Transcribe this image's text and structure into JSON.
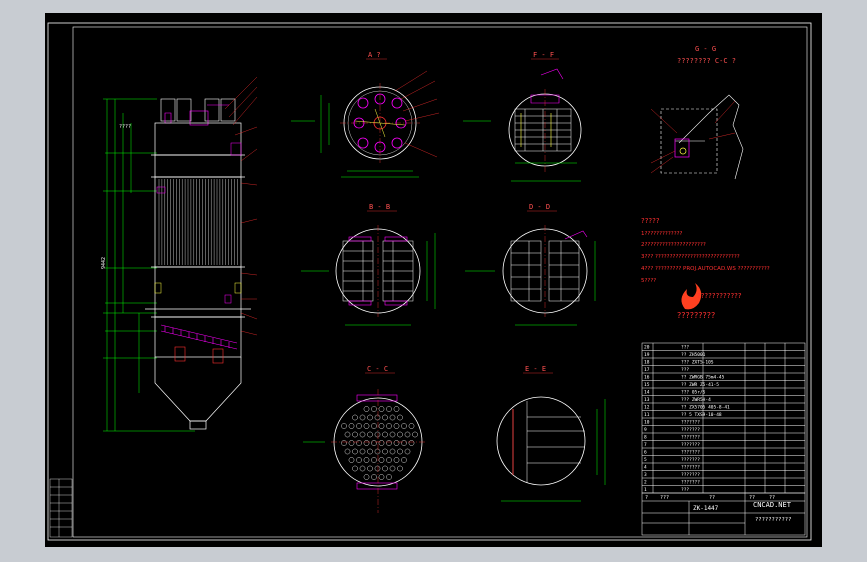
{
  "colors": {
    "outline": "#ffffff",
    "dim": "#00ff00",
    "center": "#ff3030",
    "label": "#ff5050",
    "tube": "#ffff40",
    "nozzle": "#ff00ff",
    "blue": "#3399ff",
    "cyan": "#00ffff"
  },
  "views": {
    "a": "A ?",
    "f": "F - F",
    "g": "G - G",
    "g_sub": "???????? C-C ?",
    "b": "B - B",
    "d": "D - D",
    "c": "C - C",
    "e": "E - E"
  },
  "dims": {
    "left_marks": "????",
    "main_height": "9442"
  },
  "notes": {
    "title": "?????",
    "lines": [
      "1?????????????",
      "2?????????????????????",
      "3??? ?????????????????????????????",
      "4??? ????????? PROJ.AUTOCAD.WS ???????????",
      "5????"
    ]
  },
  "logo": {
    "line1": "????????????",
    "line2": "?????????"
  },
  "bom": {
    "rows": [
      {
        "no": "20",
        "name": "???"
      },
      {
        "no": "19",
        "name": "??  ZH5001"
      },
      {
        "no": "18",
        "name": "???  ZXT5-10S"
      },
      {
        "no": "17",
        "name": "???"
      },
      {
        "no": "16",
        "name": "??  ZWRGB  75m4-45"
      },
      {
        "no": "15",
        "name": "??  ZWR  Z5-41-5"
      },
      {
        "no": "14",
        "name": "??? 05r/S"
      },
      {
        "no": "13",
        "name": "???  ZWR5H-4"
      },
      {
        "no": "12",
        "name": "??  ZX5705  405-8-41"
      },
      {
        "no": "11",
        "name": "?? 5  TXS9-10-48"
      },
      {
        "no": "10",
        "name": "???????"
      },
      {
        "no": "9",
        "name": "???????"
      },
      {
        "no": "8",
        "name": "???????"
      },
      {
        "no": "7",
        "name": "???????"
      },
      {
        "no": "6",
        "name": "???????"
      },
      {
        "no": "5",
        "name": "???????"
      },
      {
        "no": "4",
        "name": "???????"
      },
      {
        "no": "3",
        "name": "???????"
      },
      {
        "no": "2",
        "name": "???????"
      },
      {
        "no": "1",
        "name": "???"
      }
    ],
    "header": [
      "?",
      "???",
      "??",
      "??",
      "??"
    ],
    "drawing_no": "ZK-1447",
    "company": "CNCAD.NET",
    "drawing_name": "???????????"
  }
}
